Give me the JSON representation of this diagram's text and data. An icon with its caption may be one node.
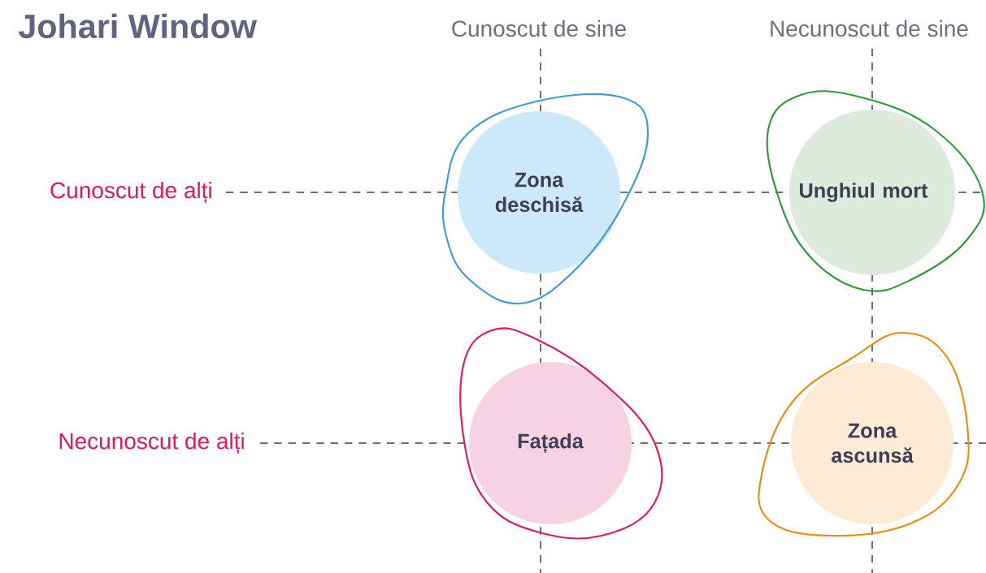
{
  "diagram": {
    "title": "Johari Window",
    "nodes": [
      {
        "text": [
          "Zona deschisă"
        ]
      },
      {
        "text": [
          "Unghiul mort"
        ]
      },
      {
        "text": [
          "Fațada"
        ]
      },
      {
        "text": [
          "Zona ascunsă"
        ]
      }
    ],
    "labels": [
      "Cunoscut de sine",
      "Necunoscut de sine",
      "Cunoscut de alți",
      "Necunoscut de alți"
    ]
  }
}
